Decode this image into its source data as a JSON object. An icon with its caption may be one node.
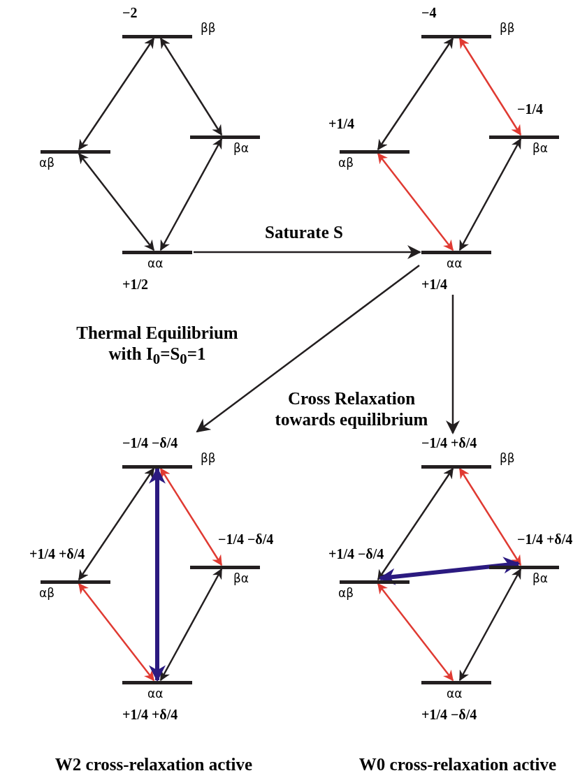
{
  "diagram": {
    "nodes": [
      {
        "text": [
          "ββ"
        ],
        "beside": [
          "−2"
        ]
      },
      {
        "text": [
          "αβ"
        ]
      },
      {
        "text": [
          "βα"
        ]
      },
      {
        "text": [
          "αα"
        ],
        "beside": [
          "+1/2"
        ]
      },
      {
        "text": [
          "ββ"
        ],
        "beside": [
          "−4"
        ]
      },
      {
        "text": [
          "αβ"
        ],
        "beside": [
          "+1/4"
        ]
      },
      {
        "text": [
          "βα"
        ],
        "beside": [
          "−1/4"
        ]
      },
      {
        "text": [
          "αα"
        ],
        "beside": [
          "+1/4"
        ]
      },
      {
        "text": [
          "ββ"
        ],
        "beside": [
          "−1/4 −δ/4"
        ]
      },
      {
        "text": [
          "αβ"
        ],
        "beside": [
          "+1/4 +δ/4"
        ]
      },
      {
        "text": [
          "βα"
        ],
        "beside": [
          "−1/4 −δ/4"
        ]
      },
      {
        "text": [
          "αα"
        ],
        "beside": [
          "+1/4 +δ/4"
        ]
      },
      {
        "text": [
          "ββ"
        ],
        "beside": [
          "−1/4 +δ/4"
        ]
      },
      {
        "text": [
          "αβ"
        ],
        "beside": [
          "+1/4 −δ/4"
        ]
      },
      {
        "text": [
          "βα"
        ],
        "beside": [
          "−1/4 +δ/4"
        ]
      },
      {
        "text": [
          "αα"
        ],
        "beside": [
          "+1/4 −δ/4"
        ]
      }
    ],
    "edges": [
      {
        "from": 0,
        "to": 1,
        "arrow": "both"
      },
      {
        "from": 0,
        "to": 2,
        "arrow": "both"
      },
      {
        "from": 1,
        "to": 3,
        "arrow": "both"
      },
      {
        "from": 2,
        "to": 3,
        "arrow": "both"
      },
      {
        "from": 4,
        "to": 5,
        "arrow": "both"
      },
      {
        "from": 4,
        "to": 6,
        "arrow": "both",
        "color": "#e03a32"
      },
      {
        "from": 5,
        "to": 7,
        "arrow": "both",
        "color": "#e03a32"
      },
      {
        "from": 6,
        "to": 7,
        "arrow": "both"
      },
      {
        "from": 8,
        "to": 9,
        "arrow": "both"
      },
      {
        "from": 8,
        "to": 10,
        "arrow": "both",
        "color": "#e03a32"
      },
      {
        "from": 9,
        "to": 11,
        "arrow": "both",
        "color": "#e03a32"
      },
      {
        "from": 10,
        "to": 11,
        "arrow": "both"
      },
      {
        "from": 8,
        "to": 11,
        "arrow": "both",
        "style": "thick",
        "color": "#2b1a80"
      },
      {
        "from": 12,
        "to": 13,
        "arrow": "both"
      },
      {
        "from": 12,
        "to": 14,
        "arrow": "both",
        "color": "#e03a32"
      },
      {
        "from": 13,
        "to": 15,
        "arrow": "both",
        "color": "#e03a32"
      },
      {
        "from": 14,
        "to": 15,
        "arrow": "both"
      },
      {
        "from": 13,
        "to": 14,
        "arrow": "both",
        "style": "thick",
        "color": "#2b1a80"
      },
      {
        "from": 3,
        "to": 7,
        "arrow": "to",
        "label": "Saturate S"
      },
      {
        "from": 7,
        "to": 12,
        "arrow": "to",
        "label": "Cross Relaxation towards equilibrium"
      },
      {
        "from": 7,
        "to": 8,
        "arrow": "to"
      }
    ],
    "labels": [
      "Thermal Equilibrium with I$_{0}$=S$_{0}$=1",
      "W2 cross-relaxation active",
      "W0 cross-relaxation active"
    ]
  }
}
